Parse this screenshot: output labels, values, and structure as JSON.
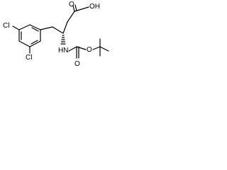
{
  "molecule": {
    "atoms": {
      "carboxyl_oh": "OH",
      "carbonyl_o_acid": "O",
      "chloro_upper": "Cl",
      "chloro_lower": "Cl",
      "amide_nh": "HN",
      "carbonyl_o_boc": "O",
      "ester_o_boc": "O"
    }
  }
}
